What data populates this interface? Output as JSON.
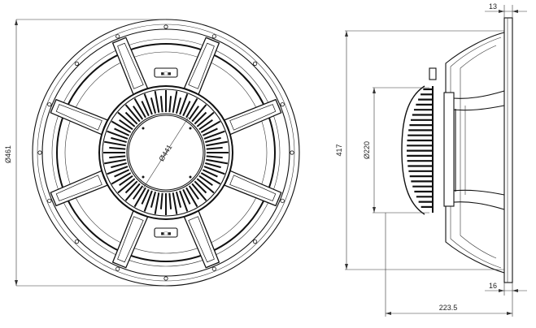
{
  "front_view": {
    "outer_diameter_label": "Ø461",
    "magnet_diameter_label": "Ø441",
    "terminal_top_symbols": "■□■",
    "terminal_bottom_symbols": "■□■"
  },
  "side_view": {
    "height_label": "417",
    "motor_diameter_label": "Ø220",
    "depth_label": "223.5",
    "flange_top_label": "13",
    "flange_bottom_label": "16"
  }
}
